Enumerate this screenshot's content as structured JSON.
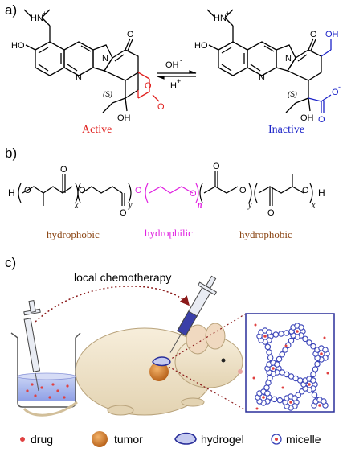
{
  "panels": {
    "a": "a)",
    "b": "b)",
    "c": "c)"
  },
  "panel_a": {
    "active_label": "Active",
    "inactive_label": "Inactive",
    "arrow_top": "OH",
    "arrow_top_charge": "-",
    "arrow_bottom": "H",
    "arrow_bottom_charge": "+",
    "amine": "HN",
    "amine_charge": "+",
    "ho_left": "HO",
    "ho_right": "HO",
    "n_atom": "N",
    "o_atom": "O",
    "oh_label": "OH",
    "stereo": "(S)",
    "colors": {
      "active": "#e0201e",
      "inactive": "#1b23c8",
      "carboxylate": "#1b23c8",
      "lactone": "#e0201e"
    }
  },
  "panel_b": {
    "h_left": "H",
    "h_right": "H",
    "o_atom": "O",
    "sub_x": "x",
    "sub_y": "y",
    "sub_n": "n",
    "hydrophobic_left": "hydrophobic",
    "hydrophilic": "hydrophilic",
    "hydrophobic_right": "hydrophobic",
    "colors": {
      "hydrophobic": "#8b4513",
      "hydrophilic": "#e020e0"
    }
  },
  "panel_c": {
    "title": "local chemotherapy"
  },
  "legend": {
    "drug": "drug",
    "tumor": "tumor",
    "hydrogel": "hydrogel",
    "micelle": "micelle"
  }
}
